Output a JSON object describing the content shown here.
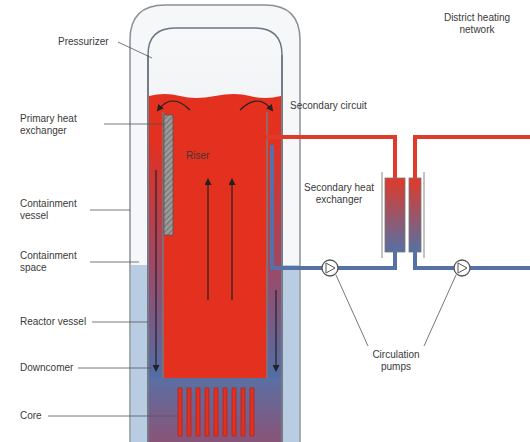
{
  "diagram": {
    "labels": [
      "Pressurizer",
      "Primary heat exchanger",
      "Riser",
      "Containment vessel",
      "Containment space",
      "Reactor vessel",
      "Downcomer",
      "Core",
      "Secondary circuit",
      "District heating network",
      "Secondary heat exchanger",
      "Circulation pumps"
    ]
  }
}
